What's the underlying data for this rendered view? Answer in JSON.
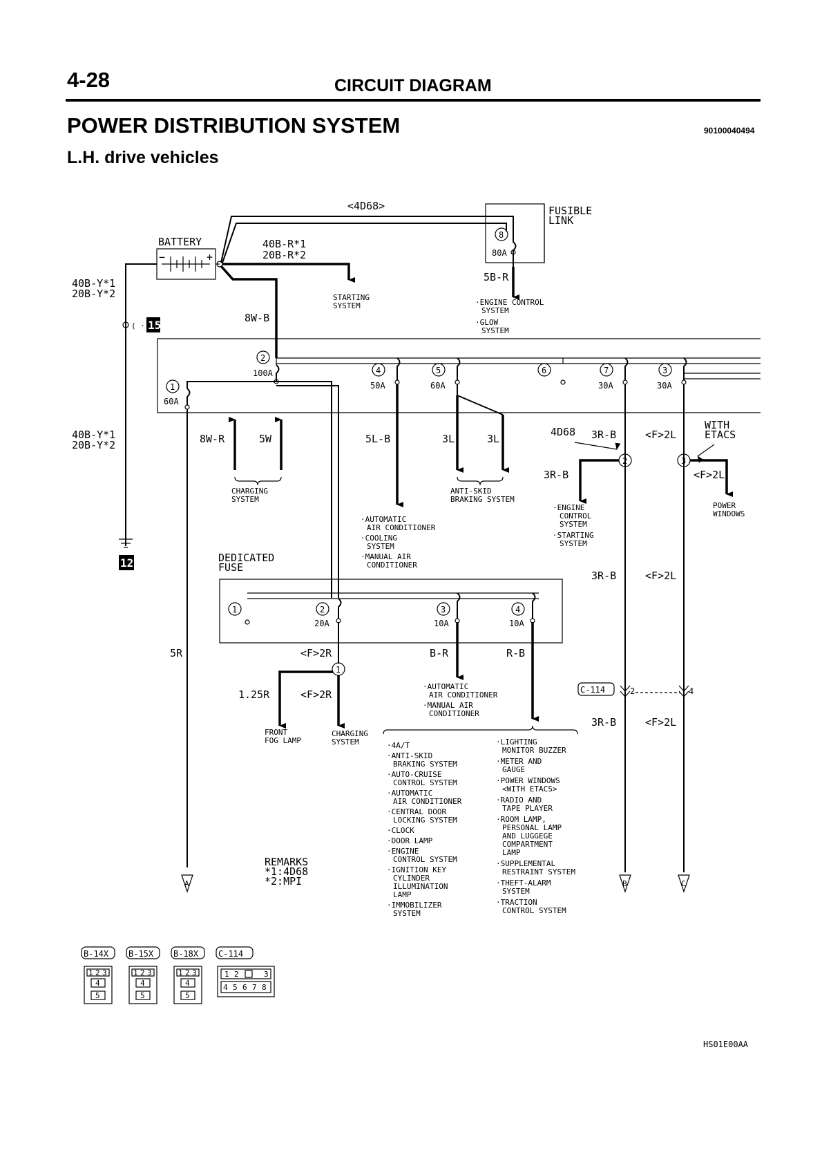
{
  "header": {
    "page_number": "4-28",
    "section": "CIRCUIT DIAGRAM",
    "title": "POWER DISTRIBUTION SYSTEM",
    "doc_code": "90100040494",
    "subtitle": "L.H. drive vehicles",
    "figure_code": "HS01E00AA"
  },
  "labels": {
    "engine_4d68_top": "<4D68>",
    "fusible_link": [
      "FUSIBLE",
      "LINK"
    ],
    "battery": "BATTERY",
    "wire_40b_r": "40B-R*1",
    "wire_20b_r": "20B-R*2",
    "wire_40b_y_top": "40B-Y*1",
    "wire_20b_y_top": "20B-Y*2",
    "wire_40b_y_mid": "40B-Y*1",
    "wire_20b_y_mid": "20B-Y*2",
    "wire_8w_b": "8W-B",
    "wire_5b_r": "5B-R",
    "fuse_80a": "80A",
    "fuse_100a": "100A",
    "fuse_60a_1": "60A",
    "fuse_50a": "50A",
    "fuse_60a_5": "60A",
    "fuse_30a_7": "30A",
    "fuse_30a_3": "30A",
    "starting_system": [
      "STARTING",
      "SYSTEM"
    ],
    "engine_control_glow": [
      "·ENGINE CONTROL",
      "SYSTEM",
      "·GLOW",
      "SYSTEM"
    ],
    "connector_15": "15",
    "connector_12": "12",
    "wire_8w_r": "8W-R",
    "wire_5w": "5W",
    "wire_5l_b": "5L-B",
    "wire_3l_a": "3L",
    "wire_3l_b": "3L",
    "engine_4d68_mid": "4D68",
    "wire_3r_b_1": "3R-B",
    "wire_f2l_1": "<F>2L",
    "with_etacs": [
      "WITH",
      "ETACS"
    ],
    "wire_3r_b_2": "3R-B",
    "wire_f2l_2": "<F>2L",
    "charging_system_1": [
      "CHARGING",
      "SYSTEM"
    ],
    "anti_skid": [
      "ANTI-SKID",
      "BRAKING SYSTEM"
    ],
    "aac_group": [
      "·AUTOMATIC",
      "AIR CONDITIONER",
      "·COOLING",
      "SYSTEM",
      "·MANUAL AIR",
      "CONDITIONER"
    ],
    "engine_starting": [
      "·ENGINE",
      "CONTROL",
      "SYSTEM",
      "·STARTING",
      "SYSTEM"
    ],
    "power_windows": [
      "POWER",
      "WINDOWS"
    ],
    "dedicated_fuse": [
      "DEDICATED",
      "FUSE"
    ],
    "wire_3r_b_3": "3R-B",
    "wire_f2l_3": "<F>2L",
    "fuse_20a": "20A",
    "fuse_10a_3": "10A",
    "fuse_10a_4": "10A",
    "wire_5r": "5R",
    "wire_f2r_1": "<F>2R",
    "wire_b_r": "B-R",
    "wire_r_b": "R-B",
    "wire_125r": "1.25R",
    "wire_f2r_2": "<F>2R",
    "aac_manual": [
      "·AUTOMATIC",
      "AIR CONDITIONER",
      "·MANUAL AIR",
      "CONDITIONER"
    ],
    "c114_label": "C-114",
    "c114_pin2": "2",
    "c114_pin4": "4",
    "wire_3r_b_4": "3R-B",
    "wire_f2l_4": "<F>2L",
    "front_fog": [
      "FRONT",
      "FOG LAMP"
    ],
    "charging_system_2": [
      "CHARGING",
      "SYSTEM"
    ],
    "list_left": [
      "·4A/T",
      "·ANTI-SKID",
      "BRAKING SYSTEM",
      "·AUTO-CRUISE",
      "CONTROL SYSTEM",
      "·AUTOMATIC",
      "AIR CONDITIONER",
      "·CENTRAL DOOR",
      "LOCKING SYSTEM",
      "·CLOCK",
      "·DOOR LAMP",
      "·ENGINE",
      "CONTROL SYSTEM",
      "·IGNITION KEY",
      "CYLINDER",
      "ILLUMINATION",
      "LAMP",
      "·IMMOBILIZER",
      "SYSTEM"
    ],
    "list_right": [
      "·LIGHTING",
      "MONITOR BUZZER",
      "·METER AND",
      "GAUGE",
      "·POWER WINDOWS",
      "<WITH ETACS>",
      "·RADIO AND",
      "TAPE PLAYER",
      "·ROOM LAMP,",
      "PERSONAL LAMP",
      "AND LUGGEGE",
      "COMPARTMENT",
      "LAMP",
      "·SUPPLEMENTAL",
      "RESTRAINT SYSTEM",
      "·THEFT-ALARM",
      "SYSTEM",
      "·TRACTION",
      "CONTROL SYSTEM"
    ],
    "remarks": [
      "REMARKS",
      "*1:4D68",
      "*2:MPI"
    ],
    "arrow_a": "A",
    "arrow_b": "B",
    "arrow_c": "C"
  },
  "fusible_numbers": [
    "8",
    "2",
    "1",
    "4",
    "5",
    "6",
    "7",
    "3"
  ],
  "dedicated_numbers": [
    "1",
    "2",
    "3",
    "4"
  ],
  "junction_numbers": [
    "2",
    "3",
    "1"
  ],
  "connectors": [
    {
      "name": "B-14X",
      "pins_top": [
        "1",
        "2",
        "3"
      ],
      "pins_mid": [
        "4"
      ],
      "pins_bot": [
        "5"
      ]
    },
    {
      "name": "B-15X",
      "pins_top": [
        "1",
        "2",
        "3"
      ],
      "pins_mid": [
        "4"
      ],
      "pins_bot": [
        "5"
      ]
    },
    {
      "name": "B-18X",
      "pins_top": [
        "1",
        "2",
        "3"
      ],
      "pins_mid": [
        "4"
      ],
      "pins_bot": [
        "5"
      ]
    },
    {
      "name": "C-114",
      "pins_top": [
        "1",
        "2",
        "",
        "3"
      ],
      "pins_bot": [
        "4",
        "5",
        "6",
        "7",
        "8"
      ]
    }
  ]
}
